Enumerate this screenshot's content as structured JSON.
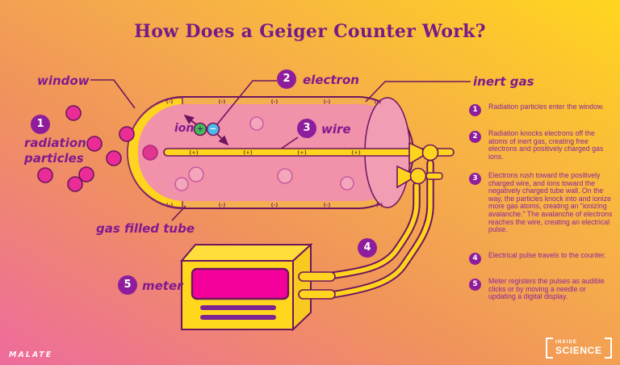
{
  "title": "How Does a Geiger Counter Work?",
  "colors": {
    "bg_pink": "#ee6b9d",
    "bg_orange": "#f0935c",
    "bg_yellow": "#ffd61e",
    "text_purple": "#82198f",
    "badge_purple": "#8e1d9c",
    "outline_purple": "#6e1560",
    "tube_wall": "#f4af50",
    "tube_gas_pink": "#f191aa",
    "end_cap_pink": "#f19db3",
    "component_yellow": "#ffd41e",
    "particle_magenta": "#ec2c96",
    "screen_magenta": "#f3009b",
    "ion_green": "#3fbf54",
    "electron_blue": "#4fb8e8"
  },
  "diagram": {
    "labels": {
      "window": "window",
      "electron": "electron",
      "wire": "wire",
      "inert_gas": "inert gas",
      "radiation_particles": "radiation particles",
      "ion": "ion",
      "gas_filled_tube": "gas filled tube",
      "meter": "meter"
    },
    "badges": {
      "b1": "1",
      "b2": "2",
      "b3": "3",
      "b4": "4",
      "b5": "5"
    },
    "symbols": {
      "negative": "(-)",
      "positive": "(+)",
      "plus": "+",
      "minus": "−"
    }
  },
  "steps": [
    {
      "num": "1",
      "text": "Radiation particles enter the window."
    },
    {
      "num": "2",
      "text": "Radiation knocks electrons off the atoms of inert gas, creating free electrons and positively charged gas ions."
    },
    {
      "num": "3",
      "text": "Electrons rush toward the positively charged wire, and ions toward the negatively charged tube wall. On the way, the particles knock into and ionize more gas atoms, creating an “ionizing avalanche.” The avalanche of electrons reaches the wire, creating an electrical pulse."
    },
    {
      "num": "4",
      "text": "Electrical pulse travels to the counter."
    },
    {
      "num": "5",
      "text": "Meter registers the pulses as audible clicks or by moving a needle or updating a digital display."
    }
  ],
  "footer": {
    "credit": "MALATE",
    "logo_line1": "INSIDE",
    "logo_line2": "SCIENCE"
  }
}
